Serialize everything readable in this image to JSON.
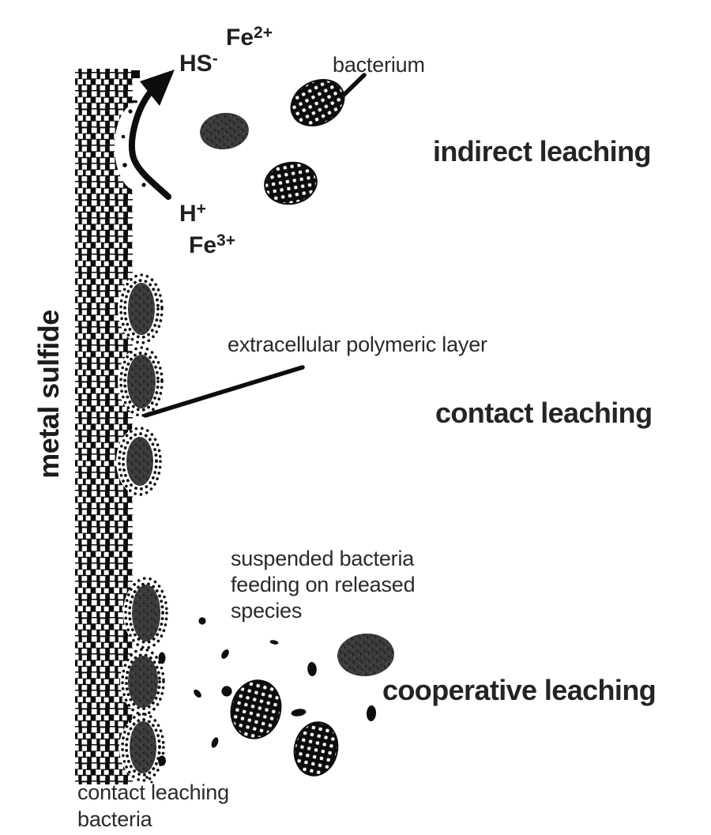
{
  "surface_label": "metal sulfide",
  "headings": {
    "indirect": "indirect leaching",
    "contact": "contact leaching",
    "cooperative": "cooperative leaching"
  },
  "chem": {
    "fe2": {
      "base": "Fe",
      "sup": "2+"
    },
    "hs": {
      "base": "HS",
      "sup": "-"
    },
    "h": {
      "base": "H",
      "sup": "+"
    },
    "fe3": {
      "base": "Fe",
      "sup": "3+"
    }
  },
  "annotations": {
    "bacterium": "bacterium",
    "eps": "extracellular polymeric layer",
    "suspended": "suspended bacteria\nfeeding on released\nspecies",
    "contact_bacteria": "contact leaching\nbacteria"
  },
  "colors": {
    "ink": "#0d0d0d",
    "text": "#262626",
    "stipple_fill": "#3b3b3b",
    "background": "#ffffff"
  }
}
